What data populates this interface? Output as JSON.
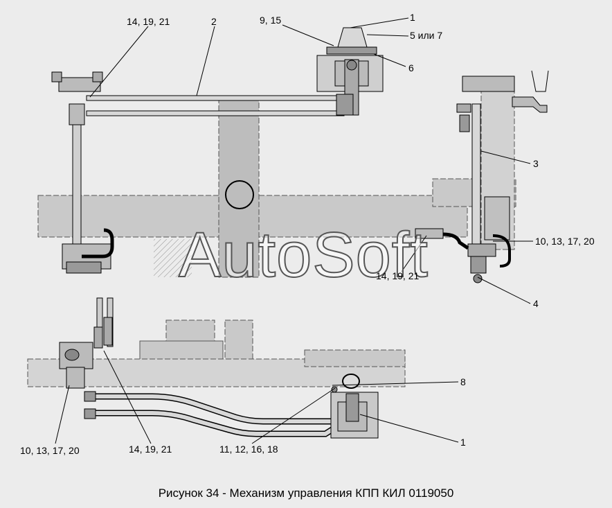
{
  "caption": "Рисунок 34 - Механизм управления КПП КИЛ 0119050",
  "watermark": "AutoSoft",
  "callouts": {
    "c_14_19_21_top": "14, 19, 21",
    "c_2": "2",
    "c_9_15": "9, 15",
    "c_1_top": "1",
    "c_5_7": "5 или 7",
    "c_6": "6",
    "c_3": "3",
    "c_10_13_17_20_right": "10, 13, 17, 20",
    "c_14_19_21_mid": "14, 19, 21",
    "c_4": "4",
    "c_8": "8",
    "c_1_bottom": "1",
    "c_10_13_17_20_bottom": "10, 13, 17, 20",
    "c_14_19_21_bottom": "14, 19, 21",
    "c_11_12_16_18": "11, 12, 16, 18"
  },
  "colors": {
    "fill": "#c9c9c9",
    "line": "#000000",
    "background": "#ececec"
  }
}
